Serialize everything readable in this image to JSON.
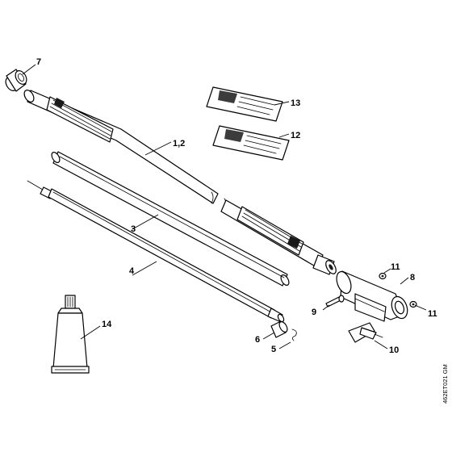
{
  "diagram": {
    "callouts": {
      "c1_2": "1,2",
      "c3": "3",
      "c4": "4",
      "c5": "5",
      "c6": "6",
      "c7": "7",
      "c8": "8",
      "c9": "9",
      "c10": "10",
      "c11a": "11",
      "c11b": "11",
      "c12": "12",
      "c13": "13",
      "c14": "14"
    },
    "drawing_code": "462ET021 GM"
  }
}
